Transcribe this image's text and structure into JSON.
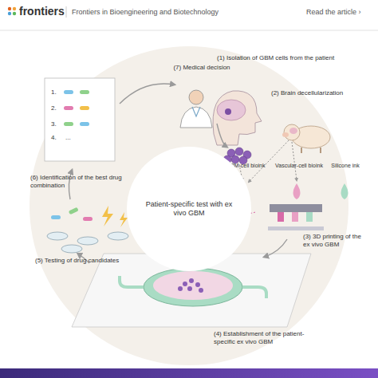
{
  "diagram": {
    "nodes": [
      {
        "text": [
          "Patient-specific test with ex vivo GBM"
        ]
      }
    ],
    "labels": [
      "frontiers",
      "Frontiers in Bioengineering and Biotechnology",
      "Read the article ›",
      "(1) Isolation of GBM cells from the patient",
      "(2) Brain decellularization",
      "GBM-cell bioink",
      "Vascular-cell bioink",
      "Silicone ink",
      "(3) 3D printing of the ex vivo GBM",
      "(4) Establishment of the patient-specific ex vivo GBM",
      "(5) Testing of drug candidates",
      "(6) Identification of the best drug combination",
      "(7) Medical decision",
      "1.",
      "2.",
      "3.",
      "4.",
      "..."
    ]
  }
}
